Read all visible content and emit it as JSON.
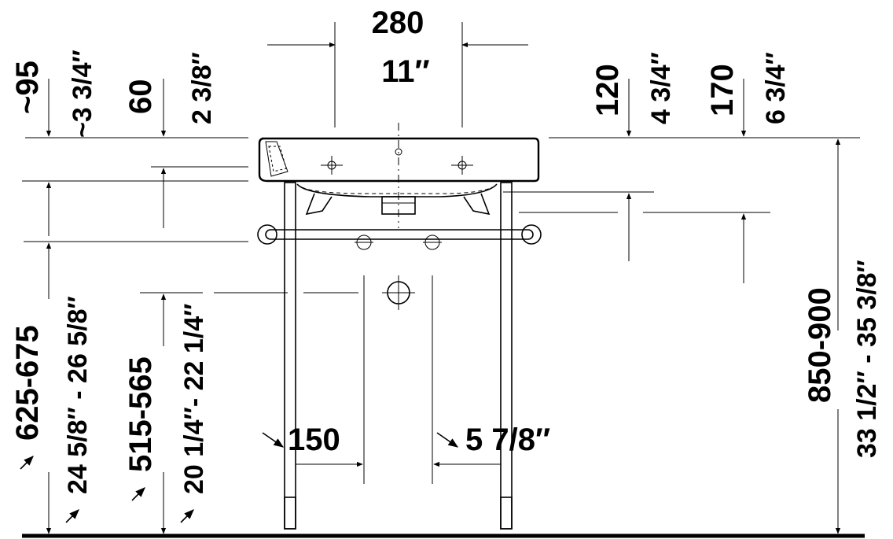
{
  "dimensions": {
    "top_width_mm": "280",
    "top_width_in": "11″",
    "left_depth_mm": "~95",
    "left_depth_in": "~3 3/4″",
    "rim_mm": "60",
    "rim_in": "2 3/8″",
    "right_a_mm": "120",
    "right_a_in": "4 3/4″",
    "right_b_mm": "170",
    "right_b_in": "6 3/4″",
    "height_total_mm": "850-900",
    "height_total_in": "33 1/2″ - 35 3/8″",
    "towel_bar_mm": "625-675",
    "towel_bar_in": "24 5/8″ - 26 5/8″",
    "waste_mm": "515-565",
    "waste_in": "20 1/4″- 22 1/4″",
    "leg_left_mm": "150",
    "leg_right_in": "5 7/8″"
  }
}
